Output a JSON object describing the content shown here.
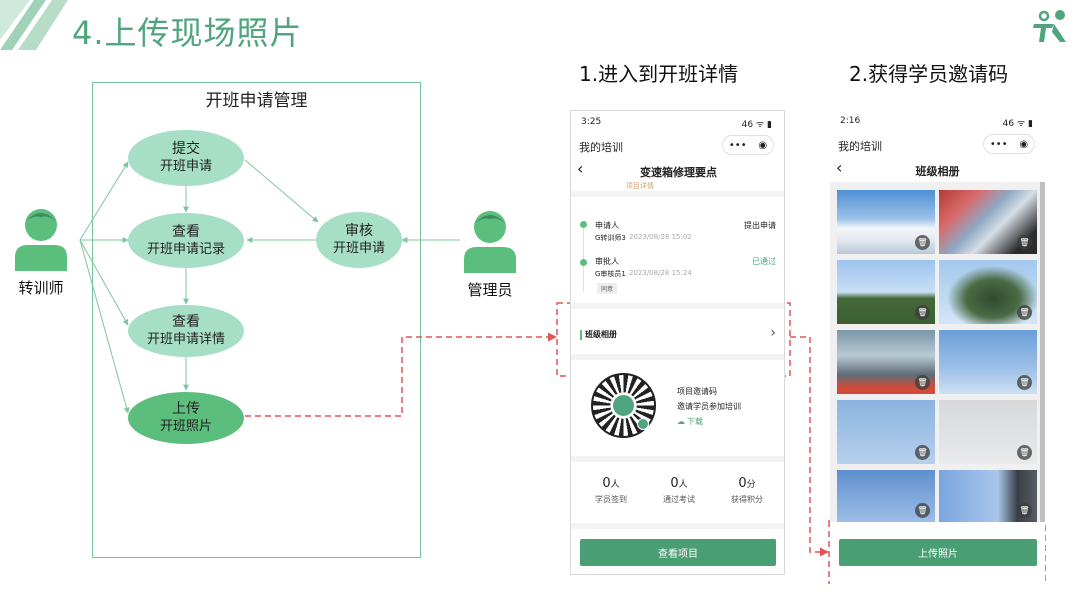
{
  "page": {
    "title": "4.上传现场照片",
    "step1_title": "1.进入到开班详情",
    "step2_title": "2.获得学员邀请码"
  },
  "diagram": {
    "frame_title": "开班申请管理",
    "actor_left": "转训师",
    "actor_right": "管理员",
    "nodes": {
      "submit": [
        "提交",
        "开班申请"
      ],
      "view_records": [
        "查看",
        "开班申请记录"
      ],
      "review": [
        "审核",
        "开班申请"
      ],
      "view_detail": [
        "查看",
        "开班申请详情"
      ],
      "upload": [
        "上传",
        "开班照片"
      ]
    }
  },
  "phone1": {
    "time": "3:25",
    "status_right": "46 ᯤ ▮",
    "nav_label": "我的培训",
    "capsule_dots": "•••",
    "capsule_circle": "◉",
    "back": "‹",
    "page_title": "变速箱修理要点",
    "faded_text": "项目详情",
    "timeline": [
      {
        "role": "申请人",
        "name": "G转训师3",
        "time": "2023/08/28 15:02",
        "status": "提出申请"
      },
      {
        "role": "审批人",
        "name": "G审核员1",
        "time": "2023/08/28 15:24",
        "status": "已通过",
        "note": "同意"
      }
    ],
    "album_label": "班级相册",
    "album_arrow": "›",
    "invite": {
      "line1": "项目邀请码",
      "line2": "邀请学员参加培训",
      "download": "下载"
    },
    "stats": [
      {
        "value": "0",
        "unit": "人",
        "label": "学员签到"
      },
      {
        "value": "0",
        "unit": "人",
        "label": "通过考试"
      },
      {
        "value": "0",
        "unit": "分",
        "label": "获得积分"
      }
    ],
    "button": "查看项目"
  },
  "phone2": {
    "time": "2:16",
    "status_right": "46 ᯤ ▮",
    "nav_label": "我的培训",
    "capsule_dots": "•••",
    "capsule_circle": "◉",
    "back": "‹",
    "page_title": "班级相册",
    "trash_icon": "🗑",
    "button": "上传照片"
  },
  "colors": {
    "accent": "#4fa57d",
    "ellipse": "#a6dfc6",
    "ellipse_dark": "#5cbe7d",
    "dashed": "#e25555"
  }
}
